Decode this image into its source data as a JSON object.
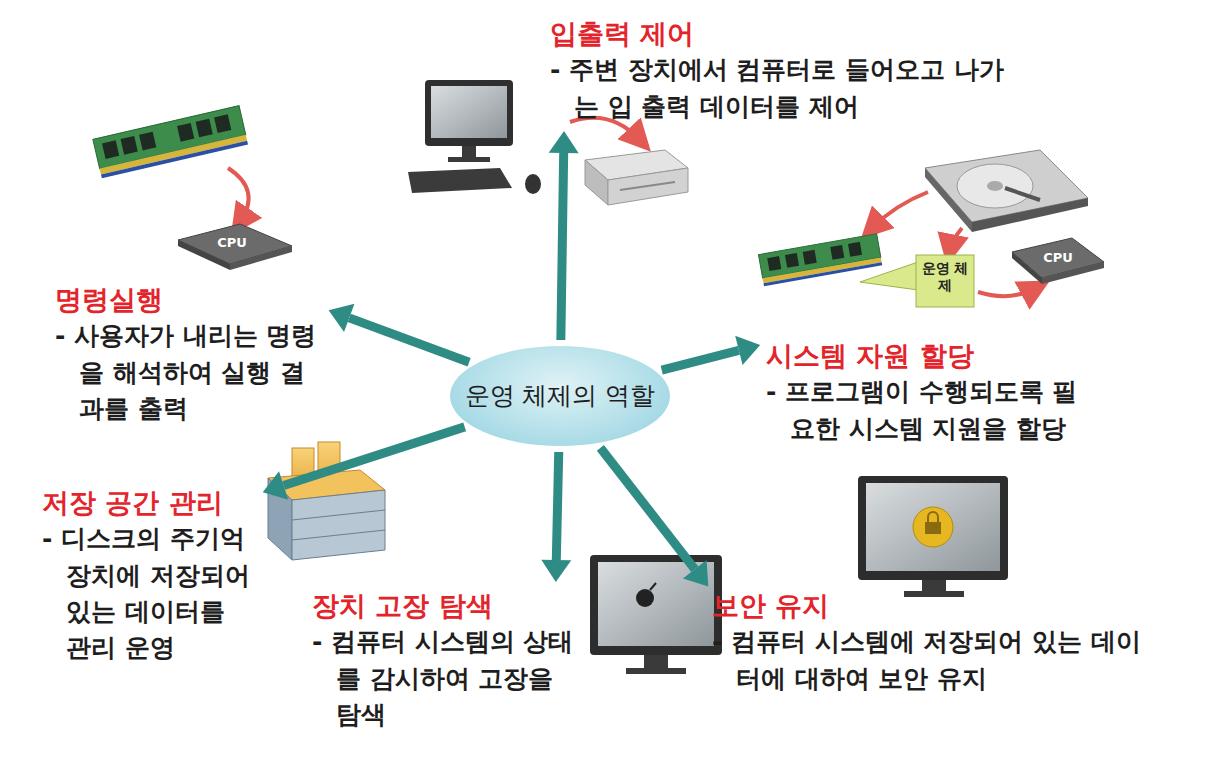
{
  "diagram": {
    "nodes": [
      {
        "text": [
          "운영 체제의 역할"
        ]
      },
      {
        "text": [
          "입출력 제어",
          "- 주변 장치에서 컴퓨터로 들어오고 나가는 입 출력 데이터를 제어"
        ]
      },
      {
        "text": [
          "명령실행",
          "- 사용자가 내리는 명령을 해석하여 실행 결과를 출력"
        ]
      },
      {
        "text": [
          "시스템 자원 할당",
          "- 프로그램이 수행되도록 필요한 시스템 지원을 할당"
        ]
      },
      {
        "text": [
          "저장 공간 관리",
          "- 디스크의 주기억 장치에 저장되어 있는 데이터를 관리 운영"
        ]
      },
      {
        "text": [
          "장치 고장 탐색",
          "- 컴퓨터 시스템의 상태를 감시하여 고장을 탐색"
        ]
      },
      {
        "text": [
          "보안 유지",
          "- 컴퓨터 시스템에 저장되어 있는 데이터에 대하여 보안 유지"
        ]
      }
    ],
    "edges": [
      {
        "from": 0,
        "to": 1,
        "arrow": "to"
      },
      {
        "from": 0,
        "to": 2,
        "arrow": "to"
      },
      {
        "from": 0,
        "to": 3,
        "arrow": "to"
      },
      {
        "from": 0,
        "to": 4,
        "arrow": "to"
      },
      {
        "from": 0,
        "to": 5,
        "arrow": "to"
      },
      {
        "from": 0,
        "to": 6,
        "arrow": "to"
      }
    ],
    "labels": [
      "CPU",
      "운영 체제",
      "CPU"
    ]
  }
}
